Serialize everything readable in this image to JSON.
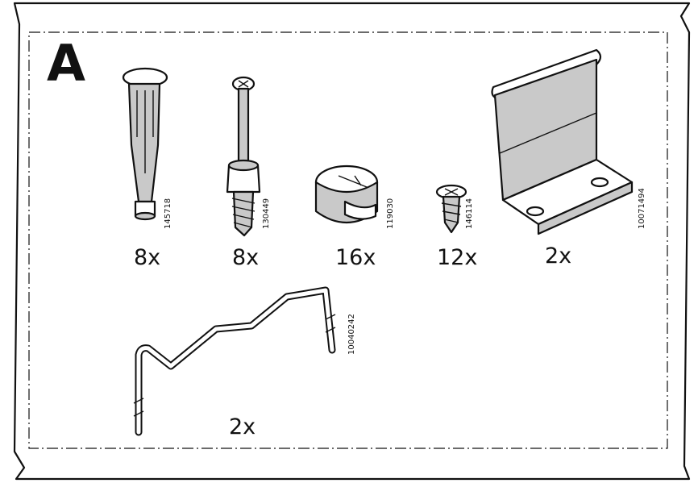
{
  "section": {
    "letter": "A"
  },
  "parts": [
    {
      "icon": "dowel-pin-icon",
      "part_number": "145718",
      "quantity": "8x"
    },
    {
      "icon": "cam-bolt-icon",
      "part_number": "130449",
      "quantity": "8x"
    },
    {
      "icon": "cam-lock-icon",
      "part_number": "119030",
      "quantity": "16x"
    },
    {
      "icon": "wood-screw-icon",
      "part_number": "146114",
      "quantity": "12x"
    },
    {
      "icon": "bracket-icon",
      "part_number": "10071494",
      "quantity": "2x"
    },
    {
      "icon": "wire-rod-icon",
      "part_number": "10040242",
      "quantity": "2x"
    }
  ],
  "colors": {
    "line": "#111111",
    "fill": "#c9c9c9",
    "background": "#ffffff"
  }
}
